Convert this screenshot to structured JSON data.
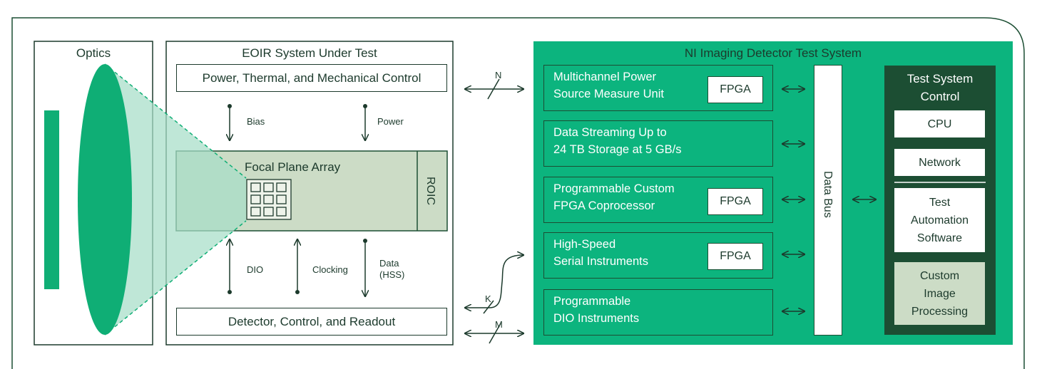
{
  "optics": {
    "title": "Optics"
  },
  "sut": {
    "title": "EOIR System Under Test",
    "power_box": "Power, Thermal, and Mechanical Control",
    "bias_label": "Bias",
    "power_label": "Power",
    "fpa_label": "Focal Plane Array",
    "roic_label": "ROIC",
    "dio_label": "DIO",
    "clocking_label": "Clocking",
    "data_label_1": "Data",
    "data_label_2": "(HSS)",
    "readout_box": "Detector, Control, and Readout"
  },
  "links": {
    "n": "N",
    "k": "K",
    "m": "M"
  },
  "ni": {
    "title": "NI Imaging Detector Test System",
    "modules": [
      {
        "line1": "Multichannel Power",
        "line2": "Source Measure Unit",
        "fpga": "FPGA"
      },
      {
        "line1": "Data Streaming Up to",
        "line2": "24 TB Storage at 5 GB/s"
      },
      {
        "line1": "Programmable Custom",
        "line2": "FPGA Coprocessor",
        "fpga": "FPGA"
      },
      {
        "line1": "High-Speed",
        "line2": "Serial Instruments",
        "fpga": "FPGA"
      },
      {
        "line1": "Programmable",
        "line2": "DIO Instruments"
      }
    ],
    "data_bus": "Data Bus",
    "control": {
      "title_1": "Test System",
      "title_2": "Control",
      "cpu": "CPU",
      "network": "Network",
      "software_1": "Test",
      "software_2": "Automation",
      "software_3": "Software",
      "imaging_1": "Custom",
      "imaging_2": "Image",
      "imaging_3": "Processing"
    }
  },
  "colors": {
    "ni_green": "#0cb47e",
    "dark_green": "#1c4e33",
    "lens_green": "#0fae75",
    "beam_green": "#a6dec8",
    "fpa_fill": "#ccdcc6",
    "line": "#1c3a2c"
  }
}
